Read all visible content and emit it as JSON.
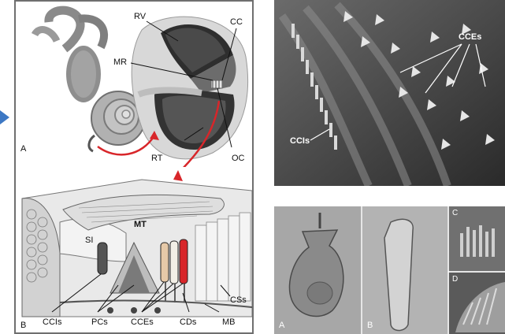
{
  "left_figure": {
    "panel_a": {
      "label": "A",
      "rv": "RV",
      "cc": "CC",
      "mr": "MR",
      "rt": "RT",
      "oc": "OC"
    },
    "panel_b": {
      "label": "B",
      "mt": "MT",
      "si": "SI",
      "ccis": "CCIs",
      "pcs": "PCs",
      "cces": "CCEs",
      "cds": "CDs",
      "mb": "MB",
      "css": "CSs"
    }
  },
  "top_right_micrograph": {
    "cces": "CCEs",
    "ccis": "CCIs"
  },
  "bottom_right_micrographs": {
    "a": "A",
    "b": "B",
    "c": "C",
    "d": "D"
  },
  "colors": {
    "arrow_red": "#d8262a",
    "left_arrow_blue": "#3d78c4",
    "panel_border": "#6f6f6f"
  }
}
